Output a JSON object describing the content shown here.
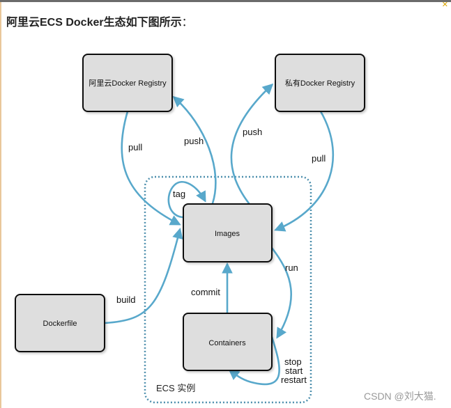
{
  "page": {
    "heading": "阿里云ECS Docker生态如下图所示",
    "heading_tail": "："
  },
  "nodes": {
    "aliyun_registry": "阿里云Docker Registry",
    "private_registry": "私有Docker Registry",
    "images": "Images",
    "containers": "Containers",
    "dockerfile": "Dockerfile"
  },
  "edges": {
    "pull_left": "pull",
    "push_left": "push",
    "push_right": "push",
    "pull_right": "pull",
    "tag": "tag",
    "run": "run",
    "commit": "commit",
    "build": "build",
    "stop": "stop",
    "start": "start",
    "restart": "restart"
  },
  "group": {
    "label": "ECS 实例"
  },
  "watermark": "CSDN @刘大猫.",
  "colors": {
    "arrow": "#58a8cb",
    "node_fill": "#dedede",
    "node_border": "#111111",
    "group_border": "#4d8fad"
  }
}
